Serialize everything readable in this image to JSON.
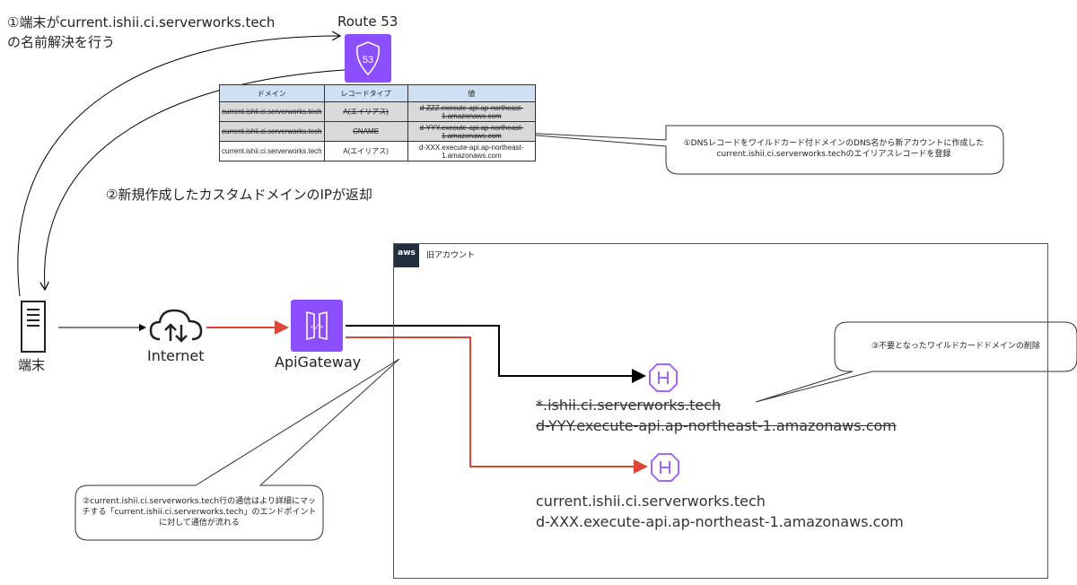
{
  "step1_label": [
    "①端末がcurrent.ishii.ci.serverworks.tech",
    "の名前解決を行う"
  ],
  "route53": {
    "title": "Route 53",
    "badge": "53"
  },
  "dns_table": {
    "headers": [
      "ドメイン",
      "レコードタイプ",
      "値"
    ],
    "rows": [
      {
        "domain": "current.ishii.ci.serverworks.tech",
        "type": "A(エイリアス)",
        "value": "d-ZZZ.execute-api.ap-northeast-1.amazonaws.com",
        "deleted": true
      },
      {
        "domain": "current.ishii.ci.serverworks.tech",
        "type": "CNAME",
        "value": "d-YYY.execute-api.ap-northeast-1.amazonaws.com",
        "deleted": true
      },
      {
        "domain": "current.ishii.ci.serverworks.tech",
        "type": "A(エイリアス)",
        "value": "d-XXX.execute-api.ap-northeast-1.amazonaws.com",
        "deleted": false
      }
    ]
  },
  "callout_dns": "①DNSレコードをワイルドカード付ドメインのDNS名から新アカウントに作成したcurrent.ishii.ci.serverworks.techのエイリアスレコードを登録",
  "step2_label": "②新規作成したカスタムドメインのIPが返却",
  "terminal": {
    "label": "端末"
  },
  "internet": {
    "label": "Internet"
  },
  "apigateway": {
    "label": "ApiGateway"
  },
  "aws_account": {
    "logo": "aws",
    "label": "旧アカウント"
  },
  "callout_delete": "③不要となったワイルドカードドメインの削除",
  "endpoint_old": {
    "domain": "*.ishii.ci.serverworks.tech",
    "target": "d-YYY.execute-api.ap-northeast-1.amazonaws.com"
  },
  "endpoint_new": {
    "domain": "current.ishii.ci.serverworks.tech",
    "target": "d-XXX.execute-api.ap-northeast-1.amazonaws.com"
  },
  "callout_route": "②current.ishii.ci.serverworks.tech行の通信はより詳細にマッチする「current.ishii.ci.serverworks.tech」のエンドポイントに対して通信が流れる",
  "colors": {
    "route53": "#8c4fff",
    "apigateway": "#8c4fff",
    "endpoint": "#a166ff",
    "red_line": "#e0453a",
    "black_line": "#000000"
  }
}
